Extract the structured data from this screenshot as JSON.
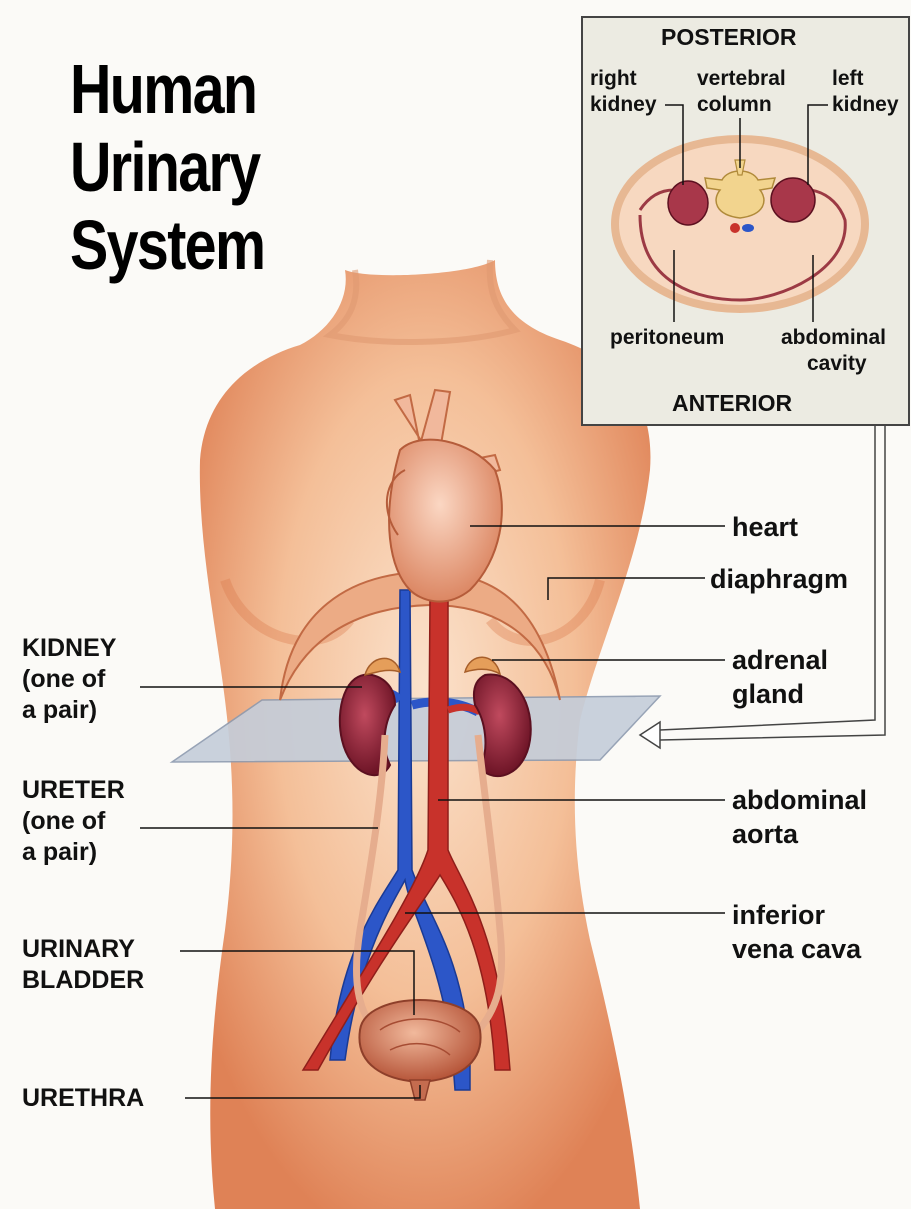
{
  "title": {
    "line1": "Human",
    "line2": "Urinary",
    "line3": "System"
  },
  "inset": {
    "posterior": "POSTERIOR",
    "anterior": "ANTERIOR",
    "right_kidney": {
      "line1": "right",
      "line2": "kidney"
    },
    "vertebral_column": {
      "line1": "vertebral",
      "line2": "column"
    },
    "left_kidney": {
      "line1": "left",
      "line2": "kidney"
    },
    "peritoneum": "peritoneum",
    "abdominal_cavity": {
      "line1": "abdominal",
      "line2": "cavity"
    }
  },
  "labels_left": {
    "kidney": {
      "line1": "KIDNEY",
      "line2": "(one of",
      "line3": "a pair)"
    },
    "ureter": {
      "line1": "URETER",
      "line2": "(one of",
      "line3": "a pair)"
    },
    "urinary_bladder": {
      "line1": "URINARY",
      "line2": "BLADDER"
    },
    "urethra": "URETHRA"
  },
  "labels_right": {
    "heart": "heart",
    "diaphragm": "diaphragm",
    "adrenal_gland": {
      "line1": "adrenal",
      "line2": "gland"
    },
    "abdominal_aorta": {
      "line1": "abdominal",
      "line2": "aorta"
    },
    "inferior_vena_cava": {
      "line1": "inferior",
      "line2": "vena cava"
    }
  },
  "colors": {
    "skin": "#f2b48c",
    "skin_shadow": "#d9774a",
    "kidney": "#8e2235",
    "aorta": "#c8322b",
    "vena_cava": "#2c56c8",
    "heart": "#e9a07f",
    "plane": "#b9c3d3",
    "inset_bg": "#ecebe2"
  }
}
